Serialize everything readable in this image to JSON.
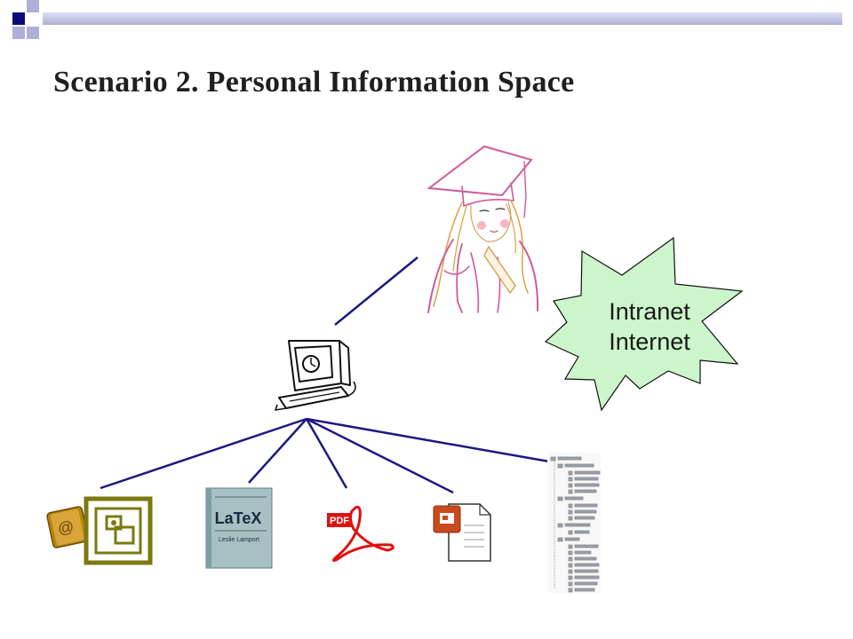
{
  "slide": {
    "title": "Scenario 2. Personal Information Space"
  },
  "cloud": {
    "line1": "Intranet",
    "line2": "Internet",
    "fill": "#ccf5cc"
  },
  "colors": {
    "accent_dark": "#0a0a7a",
    "accent_light": "#aeb0d8",
    "connector": "#1a1a80",
    "olive": "#7a7a10"
  },
  "items": {
    "latex_book": {
      "logo": "LaTeX",
      "author": "Leslie Lamport"
    },
    "pdf_icon": {
      "badge": "PDF"
    }
  },
  "icons": [
    "graduate-figure",
    "computer-icon",
    "address-book-icon",
    "image-document-icon",
    "latex-book-icon",
    "pdf-icon",
    "powerpoint-icon",
    "file-tree-icon"
  ]
}
